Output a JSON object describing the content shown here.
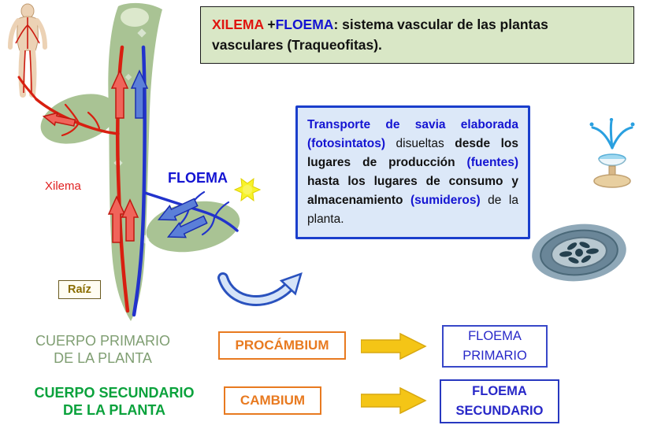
{
  "header": {
    "xilema": "XILEMA",
    "plus": " +",
    "floema": "FLOEMA",
    "rest_line1": ": sistema vascular de las plantas",
    "rest_line2": "vasculares (Traqueofitas)."
  },
  "plant": {
    "xilema_label": "Xilema",
    "floema_label": "FLOEMA",
    "raiz_label": "Raíz"
  },
  "info_box": {
    "s1": "Transporte de savia elaborada (fotosintatos)",
    "s2": " disueltas ",
    "s3": "desde los lugares de producción ",
    "s4": "(fuentes)",
    "s5": " hasta los lugares de consumo y almacenamiento ",
    "s6": "(sumideros)",
    "s7": " de la planta."
  },
  "flow": {
    "row1": {
      "source_line1": "CUERPO PRIMARIO",
      "source_line2": "DE LA PLANTA",
      "process": "PROCÁMBIUM",
      "result_line1": "FLOEMA",
      "result_line2": "PRIMARIO"
    },
    "row2": {
      "source_line1": "CUERPO SECUNDARIO",
      "source_line2": "DE LA PLANTA",
      "process": "CAMBIUM",
      "result_line1": "FLOEMA",
      "result_line2": "SECUNDARIO"
    }
  },
  "icons": {
    "sun": "sun-icon",
    "fountain": "fountain-icon",
    "drain": "drain-icon",
    "human": "human-anatomy-icon",
    "curved_arrow": "curved-arrow-icon"
  },
  "colors": {
    "xilema_red": "#e01510",
    "floema_blue": "#1414d2",
    "header_bg": "#d9e7c6",
    "info_bg": "#dce8f8",
    "info_border": "#1a3ecc",
    "orange": "#e87a20",
    "yellow_arrow": "#f4c516",
    "green_primary_text": "#7f9e72",
    "green_secondary_text": "#0aa23c",
    "plant_green": "#a9c394"
  }
}
